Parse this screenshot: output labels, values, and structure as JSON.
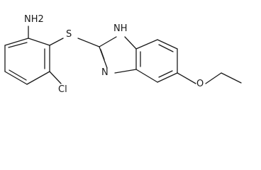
{
  "molecule": {
    "atoms": {
      "amine": "NH2",
      "sulfur": "S",
      "imidazole_nh": "NH",
      "imidazole_n": "N",
      "chlorine": "Cl",
      "ether_oxygen": "O"
    },
    "colors": {
      "bond": "#1a1a1a",
      "label": "#1a1a1a",
      "background": "#ffffff"
    }
  }
}
